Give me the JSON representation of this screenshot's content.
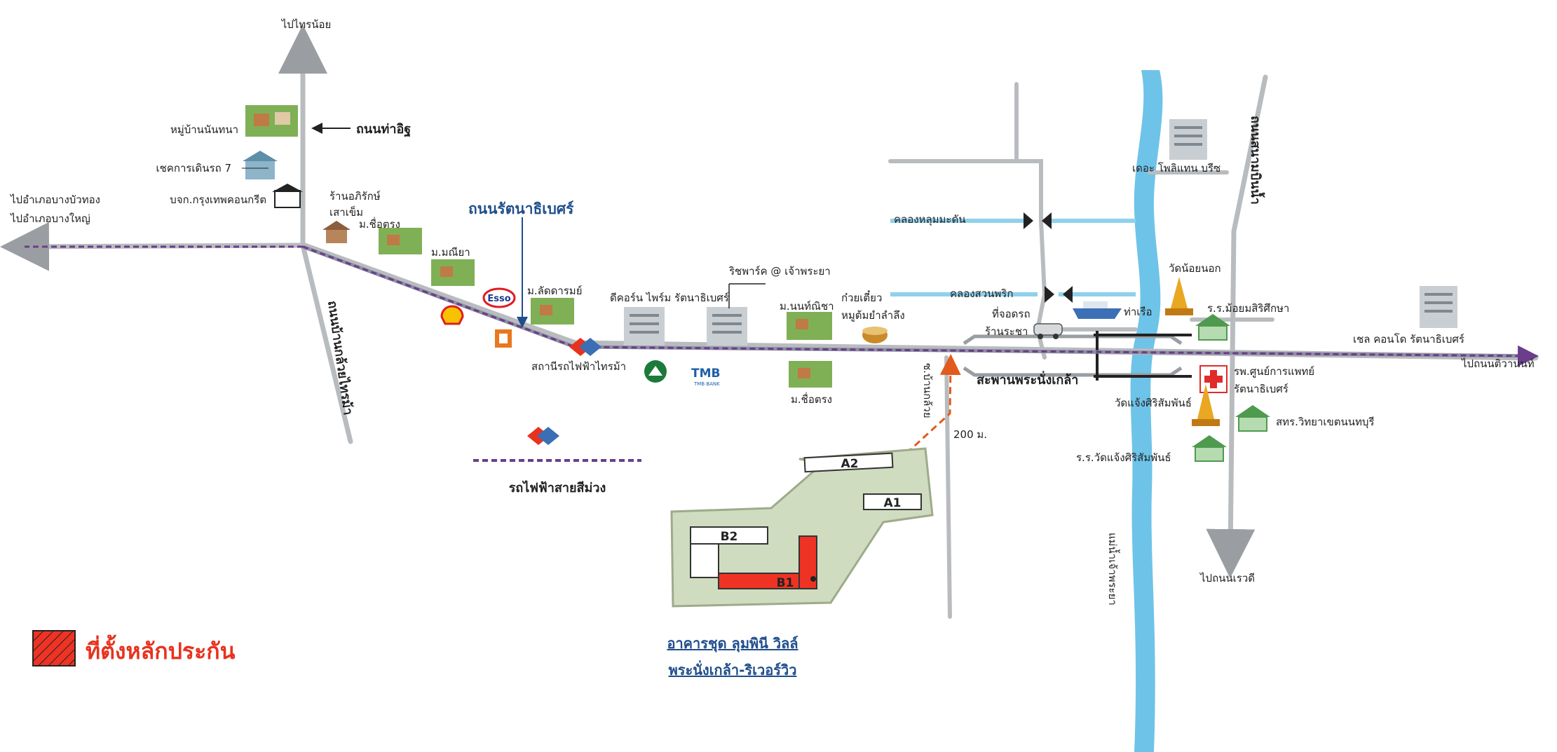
{
  "colors": {
    "road": "#b9bcbf",
    "road_dark": "#9a9ea2",
    "canal": "#8fd1ec",
    "river": "#6ec3e8",
    "rail": "#6b3d8a",
    "rail_track": "#8c8fa1",
    "collateral": "#ee3324",
    "label_blue": "#1f4e8c",
    "label_red": "#e8321e",
    "route": "#e15a1e"
  },
  "directions": {
    "north": "ไปไทรน้อย",
    "west_line1": "ไปอำเภอบางบัวทอง",
    "west_line2": "ไปอำเภอบางใหญ่",
    "east": "ไปถนนติวานนท์",
    "south": "ไปถนนเรวดี"
  },
  "roads": {
    "tha_it": "ถนนท่าอิฐ",
    "rattanathibet": "ถนนรัตนาธิเบศร์",
    "ban_kluay_sai_ma": "ถนนบ้านกล้วยไทรม้า",
    "soi_ban_kluay": "ซ.บ้านกล้วย",
    "sanambinnam": "ถนนสนามบินน้ำ",
    "bridge": "สะพานพระนั่งเกล้า"
  },
  "waterways": {
    "khlong_lum": "คลองหลุมมะดัน",
    "khlong_suan_phrik": "คลองสวนพริก",
    "river": "แม่น้ำเจ้าพระยา"
  },
  "places": {
    "nanthana": "หมู่บ้านนันทนา",
    "check7": "เชคการเดินรถ 7",
    "concrete": "บจก.กรุงเทพคอนกรีต",
    "phirak_line1": "ร้านอภิรักษ์",
    "phirak_line2": "เสาเข็ม",
    "chuetrong1": "ม.ชื่อตรง",
    "maneeya": "ม.มณียา",
    "ladarom": "ม.ลัดดารมย์",
    "decondo": "ดีคอร์น ไพร์ม รัตนาธิเบศร์",
    "richpark": "ริชพาร์ค @ เจ้าพระยา",
    "nonnicha": "ม.นนท์ณิชา",
    "kuayteow_line1": "ก๋วยเตี๋ยว",
    "kuayteow_line2": "หมูต้มยำลำลึง",
    "parking_line1": "ที่จอดรถ",
    "parking_line2": "ร้านระชา",
    "pier": "ท่าเรือ",
    "wat_noi": "วัดน้อยนอก",
    "school_mayom": "ร.ร.ม้อยมสิริศึกษา",
    "polish": "เดอะ โพลิแทน บรีซ",
    "chuetrong2": "ม.ชื่อตรง",
    "station": "สถานีรถไฟฟ้าไทรม้า",
    "wat_chaeng": "วัดแจ้งศิริสัมพันธ์",
    "school_chaeng": "ร.ร.วัดแจ้งศิริสัมพันธ์",
    "hospital_line1": "รพ.ศูนย์การแพทย์",
    "hospital_line2": "รัตนาธิเบศร์",
    "college": "สทร.วิทยาเขตนนทบุรี",
    "shell_condo": "เชล คอนโด รัตนาธิเบศร์",
    "esso": "Esso",
    "tmb": "TMB",
    "tmb_sub": "TMB BANK"
  },
  "distance": "200 ม.",
  "legend": {
    "purple_line": "รถไฟฟ้าสายสีม่วง",
    "collateral": "ที่ตั้งหลักประกัน"
  },
  "project": {
    "title_line1": "อาคารชุด ลุมพินี วิลล์",
    "title_line2": "พระนั่งเกล้า-ริเวอร์วิว",
    "buildings": [
      "A2",
      "A1",
      "B2",
      "B1"
    ]
  }
}
